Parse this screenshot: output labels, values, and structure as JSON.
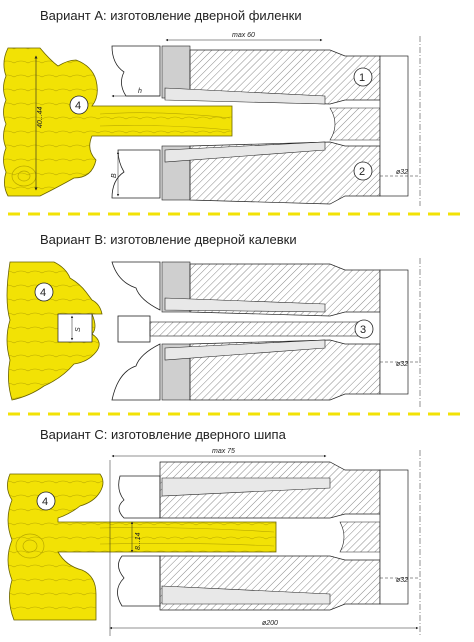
{
  "headings": {
    "a": "Вариант А: изготовление дверной филенки",
    "b": "Вариант В: изготовление дверной калевки",
    "c": "Вариант С: изготовление дверного шипа"
  },
  "labels": {
    "a": {
      "max": "max 60",
      "h": "h",
      "b": "B",
      "range": "40...44",
      "part1": "1",
      "part2": "2",
      "workpiece": "4",
      "bore": "ø32"
    },
    "b": {
      "s": "S",
      "part3": "3",
      "workpiece": "4",
      "bore": "ø32"
    },
    "c": {
      "max": "max 75",
      "range": "8...14",
      "workpiece": "4",
      "bore": "ø32",
      "diameter": "ø200"
    }
  },
  "colors": {
    "wood": "#f2e205",
    "hatch": "#888888",
    "dash": "#f2e205",
    "steel": "#d9d9d9"
  }
}
